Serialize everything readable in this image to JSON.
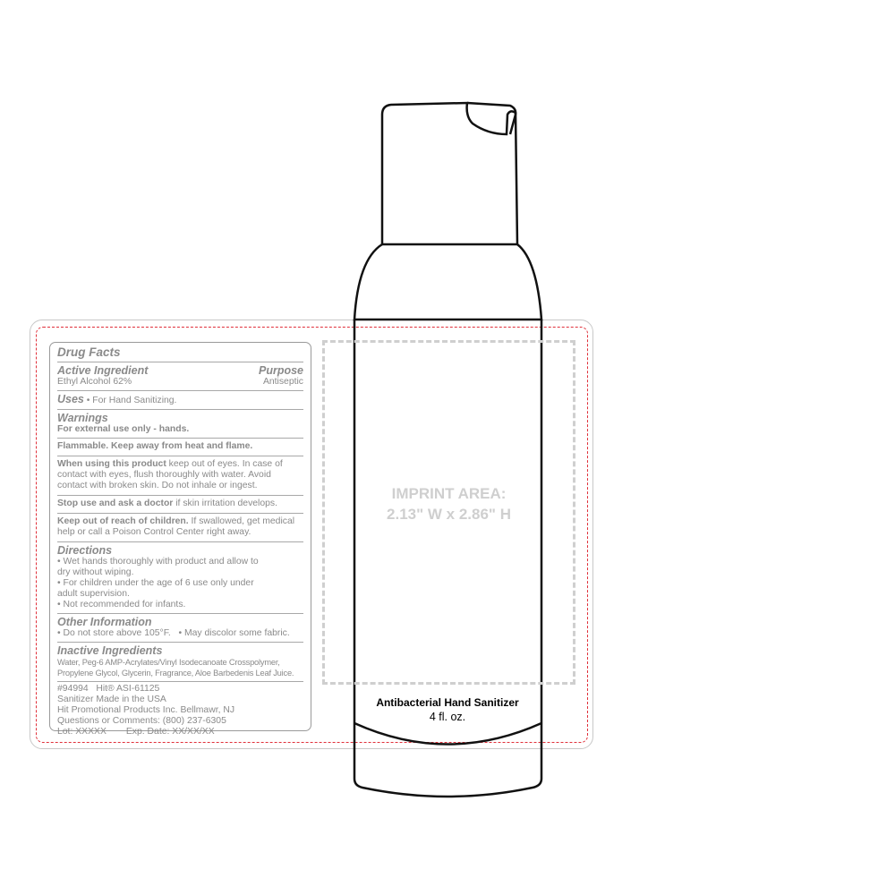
{
  "imprint": {
    "line1": "IMPRINT AREA:",
    "line2": "2.13\" W x 2.86\" H"
  },
  "label": {
    "name": "Antibacterial Hand Sanitizer",
    "size": "4 fl. oz."
  },
  "drug_facts": {
    "title": "Drug Facts",
    "active_heading": "Active Ingredient",
    "purpose_heading": "Purpose",
    "active": "Ethyl Alcohol 62%",
    "purpose": "Antiseptic",
    "uses_heading": "Uses",
    "uses": " • For Hand Sanitizing.",
    "warnings_heading": "Warnings",
    "external": "For external use only - hands.",
    "flammable": "Flammable. Keep away from heat and flame.",
    "when_using_bold": "When using this product",
    "when_using": " keep out of eyes. In case of contact with eyes, flush thoroughly with water. Avoid contact with broken skin. Do not inhale or ingest.",
    "stop_bold": "Stop use and ask a doctor",
    "stop": " if skin irritation develops.",
    "keep_bold": "Keep out of reach of children.",
    "keep": " If swallowed, get medical help or call a Poison Control Center right away.",
    "directions_heading": "Directions",
    "directions": [
      "• Wet hands thoroughly with product and allow to dry without wiping.",
      "• For children under the age of 6 use only under adult supervision.",
      "• Not recommended for infants."
    ],
    "other_heading": "Other Information",
    "other": "• Do not store above 105°F.   • May discolor some fabric.",
    "inactive_heading": "Inactive Ingredients",
    "inactive": "Water, Peg-6 AMP-Acrylates/Vinyl Isodecanoate Crosspolymer, Propylene Glycol, Glycerin, Fragrance, Aloe Barbedenis Leaf Juice.",
    "footer": [
      "#94994   Hit® ASI-61125",
      "Sanitizer Made in the USA",
      "Hit Promotional Products Inc. Bellmawr, NJ",
      "Questions or Comments: (800) 237-6305"
    ],
    "lot": "Lot: XXXXX",
    "exp": "Exp. Date: XX/XX/XX"
  }
}
